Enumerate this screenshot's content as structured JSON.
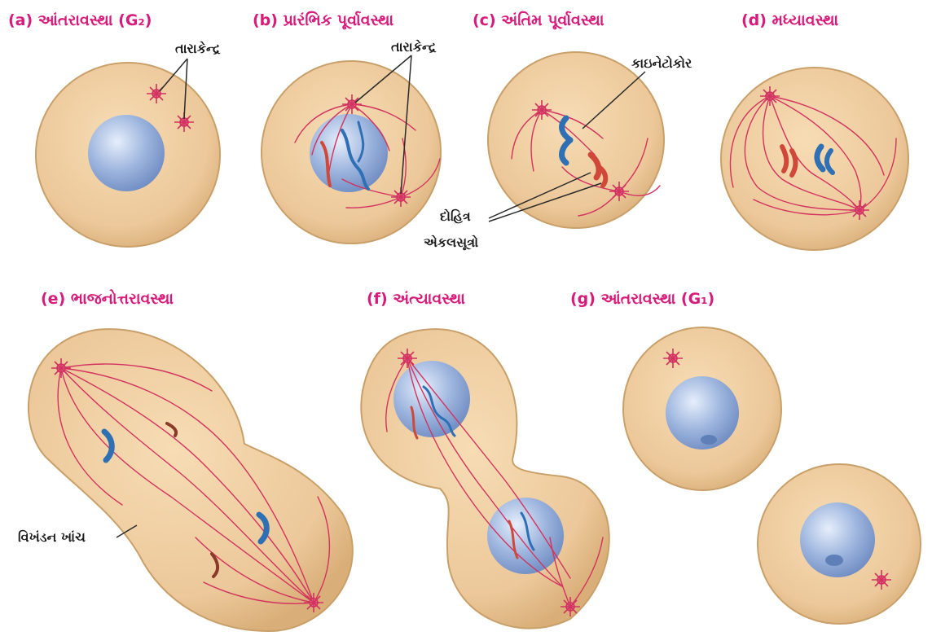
{
  "colors": {
    "title": "#d81b7a",
    "cell_fill": "#ecc89a",
    "cell_stroke": "#c9a06a",
    "spindle": "#d2335f",
    "nucleus": "#8aa6d4",
    "chromosome_blue": "#2f6fb3",
    "chromosome_red": "#d0483a",
    "label_text": "#1a1a1a"
  },
  "stages": [
    {
      "title": "(a) આંતરાવસ્થા (G₂)"
    },
    {
      "title": "(b) પ્રારંભિક પૂર્વાવસ્થા"
    },
    {
      "title": "(c) અંતિમ પૂર્વાવસ્થા"
    },
    {
      "title": "(d) મધ્યાવસ્થા"
    },
    {
      "title": "(e) ભાજનોત્તરાવસ્થા"
    },
    {
      "title": "(f) અંત્યાવસ્થા"
    },
    {
      "title": "(g) આંતરાવસ્થા (G₁)"
    }
  ],
  "labels": {
    "centrosome_a": "તારાકેન્દ્ર",
    "centrosome_b": "તારાકેન્દ્ર",
    "kinetochore": "કાઇનેટોકોર",
    "spindle_line1": "દોહિત્ર",
    "spindle_line2": "એકલસૂત્રો",
    "cleavage_furrow": "વિખંડન ખાંચ"
  }
}
